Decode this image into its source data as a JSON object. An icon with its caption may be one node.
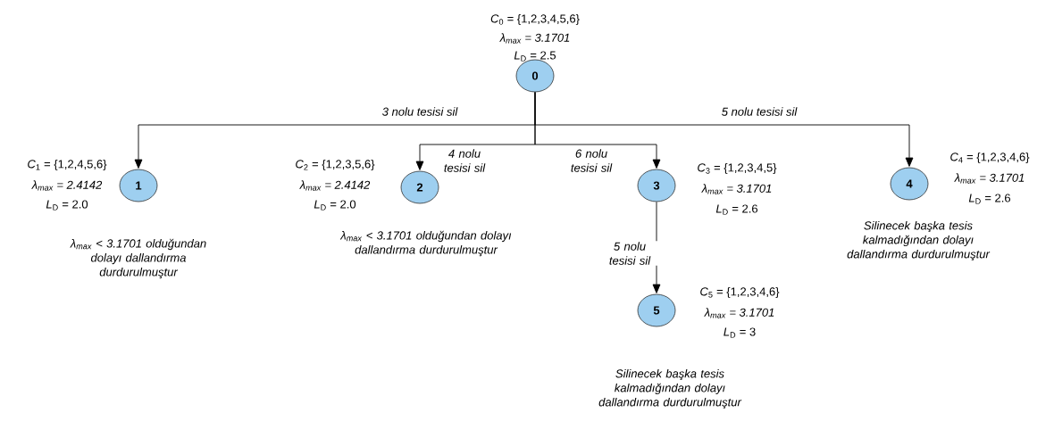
{
  "diagram": {
    "nodes": [
      {
        "text": [
          "0"
        ],
        "beside": [
          "*C*$_{0}$ = {1,2,3,4,5,6}",
          "λ$_{max}$ = 3.1701",
          "*L*$_{D}$ = 2.5"
        ]
      },
      {
        "text": [
          "1"
        ],
        "beside": [
          "*C*$_{1}$ = {1,2,4,5,6}",
          "λ$_{max}$ = 2.4142",
          "*L*$_{D}$ = 2.0",
          "λ$_{max}$ < 3.1701 olduğundan dolayı dallandırma durdurulmuştur"
        ]
      },
      {
        "text": [
          "2"
        ],
        "beside": [
          "*C*$_{2}$ = {1,2,3,5,6}",
          "λ$_{max}$ = 2.4142",
          "*L*$_{D}$ = 2.0",
          "λ$_{max}$ < 3.1701 olduğundan dolayı dallandırma durdurulmuştur"
        ]
      },
      {
        "text": [
          "3"
        ],
        "beside": [
          "*C*$_{3}$ = {1,2,3,4,5}",
          "λ$_{max}$ = 3.1701",
          "*L*$_{D}$ = 2.6"
        ]
      },
      {
        "text": [
          "4"
        ],
        "beside": [
          "*C*$_{4}$ = {1,2,3,4,6}",
          "λ$_{max}$ = 3.1701",
          "*L*$_{D}$ = 2.6",
          "Silinecek başka tesis kalmadığından dolayı dallandırma durdurulmuştur"
        ]
      },
      {
        "text": [
          "5"
        ],
        "beside": [
          "*C*$_{5}$ = {1,2,3,4,6}",
          "λ$_{max}$ = 3.1701",
          "*L*$_{D}$ = 3",
          "Silinecek başka tesis kalmadığından dolayı dallandırma durdurulmuştur"
        ]
      }
    ],
    "edges": [
      {
        "from": 0,
        "to": 1,
        "arrow": "to",
        "label": "3 nolu tesisi sil"
      },
      {
        "from": 0,
        "to": 2,
        "arrow": "to",
        "label": "4 nolu tesisi sil"
      },
      {
        "from": 0,
        "to": 3,
        "arrow": "to",
        "label": "6 nolu tesisi sil"
      },
      {
        "from": 0,
        "to": 4,
        "arrow": "to",
        "label": "5 nolu tesisi sil"
      },
      {
        "from": 3,
        "to": 5,
        "arrow": "to",
        "label": "5 nolu tesisi sil"
      }
    ]
  }
}
